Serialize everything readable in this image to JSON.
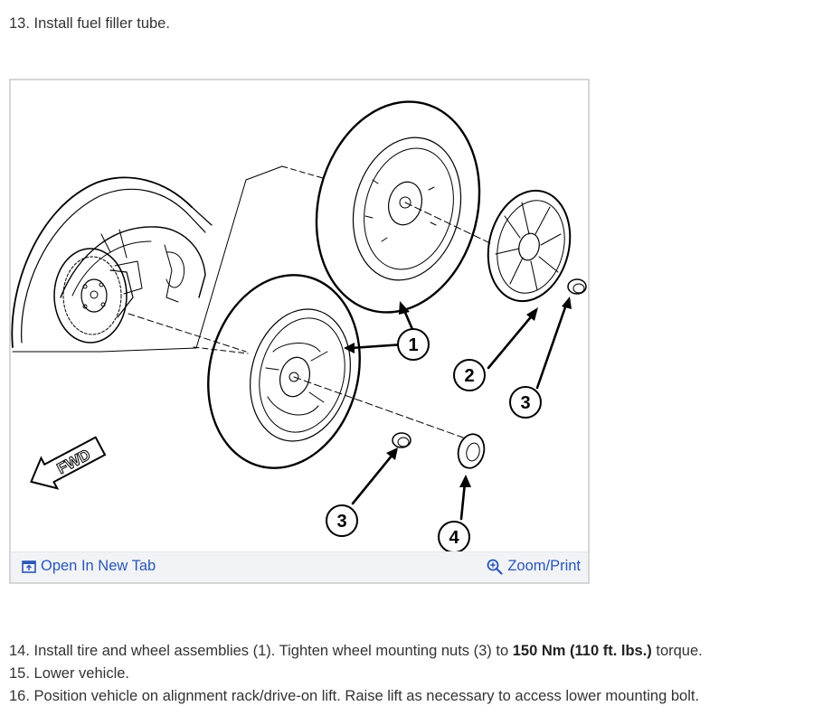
{
  "steps": {
    "step13": "13. Install fuel filler tube.",
    "step14_pre": "14. Install tire and wheel assemblies (1). Tighten wheel mounting nuts (3) to ",
    "step14_bold": "150 Nm (110 ft. lbs.)",
    "step14_post": " torque.",
    "step15": "15. Lower vehicle.",
    "step16": "16. Position vehicle on alignment rack/drive-on lift. Raise lift as necessary to access lower mounting bolt."
  },
  "figure": {
    "callouts": [
      "1",
      "2",
      "3",
      "3",
      "4"
    ],
    "fwd_label": "FWD",
    "open_new_tab_label": "Open In New Tab",
    "zoom_print_label": "Zoom/Print",
    "link_color": "#2a56b8",
    "open_new_tab_icon": "open-in-new-tab-icon",
    "zoom_icon": "magnifier-plus-icon"
  }
}
